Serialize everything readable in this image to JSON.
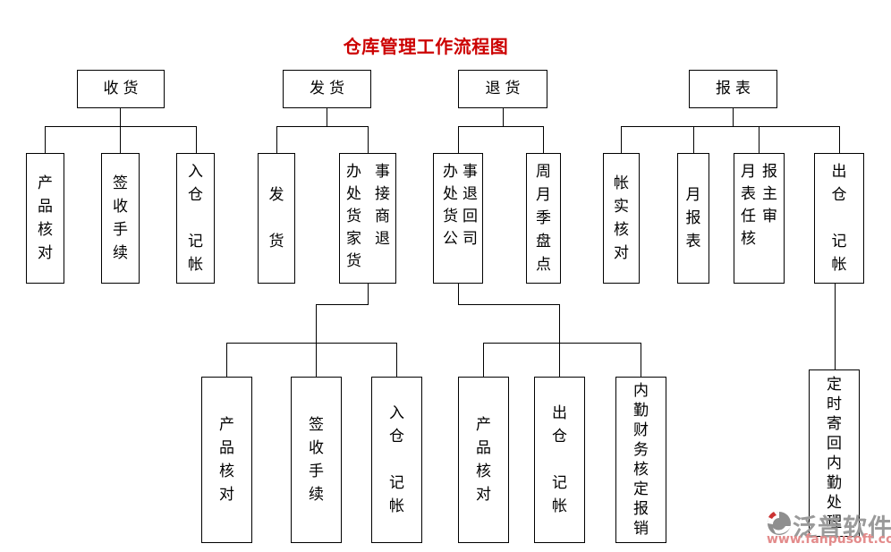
{
  "title": "仓库管理工作流程图",
  "title_color": "#cc0000",
  "diagram": {
    "type": "flowchart",
    "line_color": "#000000",
    "box_border_color": "#000000",
    "background": "#ffffff"
  },
  "nodes": {
    "receiving": {
      "label": "收货"
    },
    "shipping": {
      "label": "发货"
    },
    "returns": {
      "label": "退货"
    },
    "reports": {
      "label": "报表"
    },
    "product_check_recv": {
      "lines": [
        "产",
        "品",
        "核",
        "对"
      ]
    },
    "signoff_recv": {
      "lines": [
        "签",
        "收",
        "手",
        "续"
      ]
    },
    "warehouse_in_recv": {
      "lines": [
        "入",
        "仓",
        "",
        "记",
        "帐"
      ]
    },
    "ship_goods": {
      "lines": [
        "发",
        "",
        "货"
      ]
    },
    "office_receive_merchant_returns": {
      "lines": [
        "办事",
        "处接",
        "货商",
        "家退",
        "货"
      ]
    },
    "office_return_to_company": {
      "lines": [
        "办事",
        "处退",
        "货回",
        "公司"
      ]
    },
    "periodic_stocktake": {
      "lines": [
        "周",
        "月",
        "季",
        "盘",
        "点"
      ]
    },
    "book_physical_check": {
      "lines": [
        "帐",
        "实",
        "核",
        "对"
      ]
    },
    "monthly_report": {
      "lines": [
        "月",
        "报",
        "表"
      ]
    },
    "monthly_report_review": {
      "lines": [
        "月报",
        "表主",
        "任审",
        "核"
      ]
    },
    "warehouse_out_report": {
      "lines": [
        "出",
        "仓",
        "",
        "记",
        "帐"
      ]
    },
    "product_check_ship": {
      "lines": [
        "产",
        "品",
        "核",
        "对"
      ]
    },
    "signoff_ship": {
      "lines": [
        "签",
        "收",
        "手",
        "续"
      ]
    },
    "warehouse_in_ship": {
      "lines": [
        "入",
        "仓",
        "",
        "记",
        "帐"
      ]
    },
    "product_check_return": {
      "lines": [
        "产",
        "品",
        "核",
        "对"
      ]
    },
    "warehouse_out_return": {
      "lines": [
        "出",
        "仓",
        "",
        "记",
        "帐"
      ]
    },
    "backoffice_finance_reimburse": {
      "lines": [
        "内",
        "勤",
        "财",
        "务",
        "核",
        "定",
        "报",
        "销"
      ]
    },
    "timed_mail_backoffice": {
      "lines": [
        "定",
        "时",
        "寄",
        "回",
        "内",
        "勤",
        "处",
        "理"
      ]
    }
  },
  "watermark": {
    "brand": "泛普软件",
    "url": "www.fanpusoft.com",
    "brand_color": "#9a9a9a",
    "url_color": "#e38b8b",
    "logo_icon": "fanpu-swirl-logo"
  }
}
